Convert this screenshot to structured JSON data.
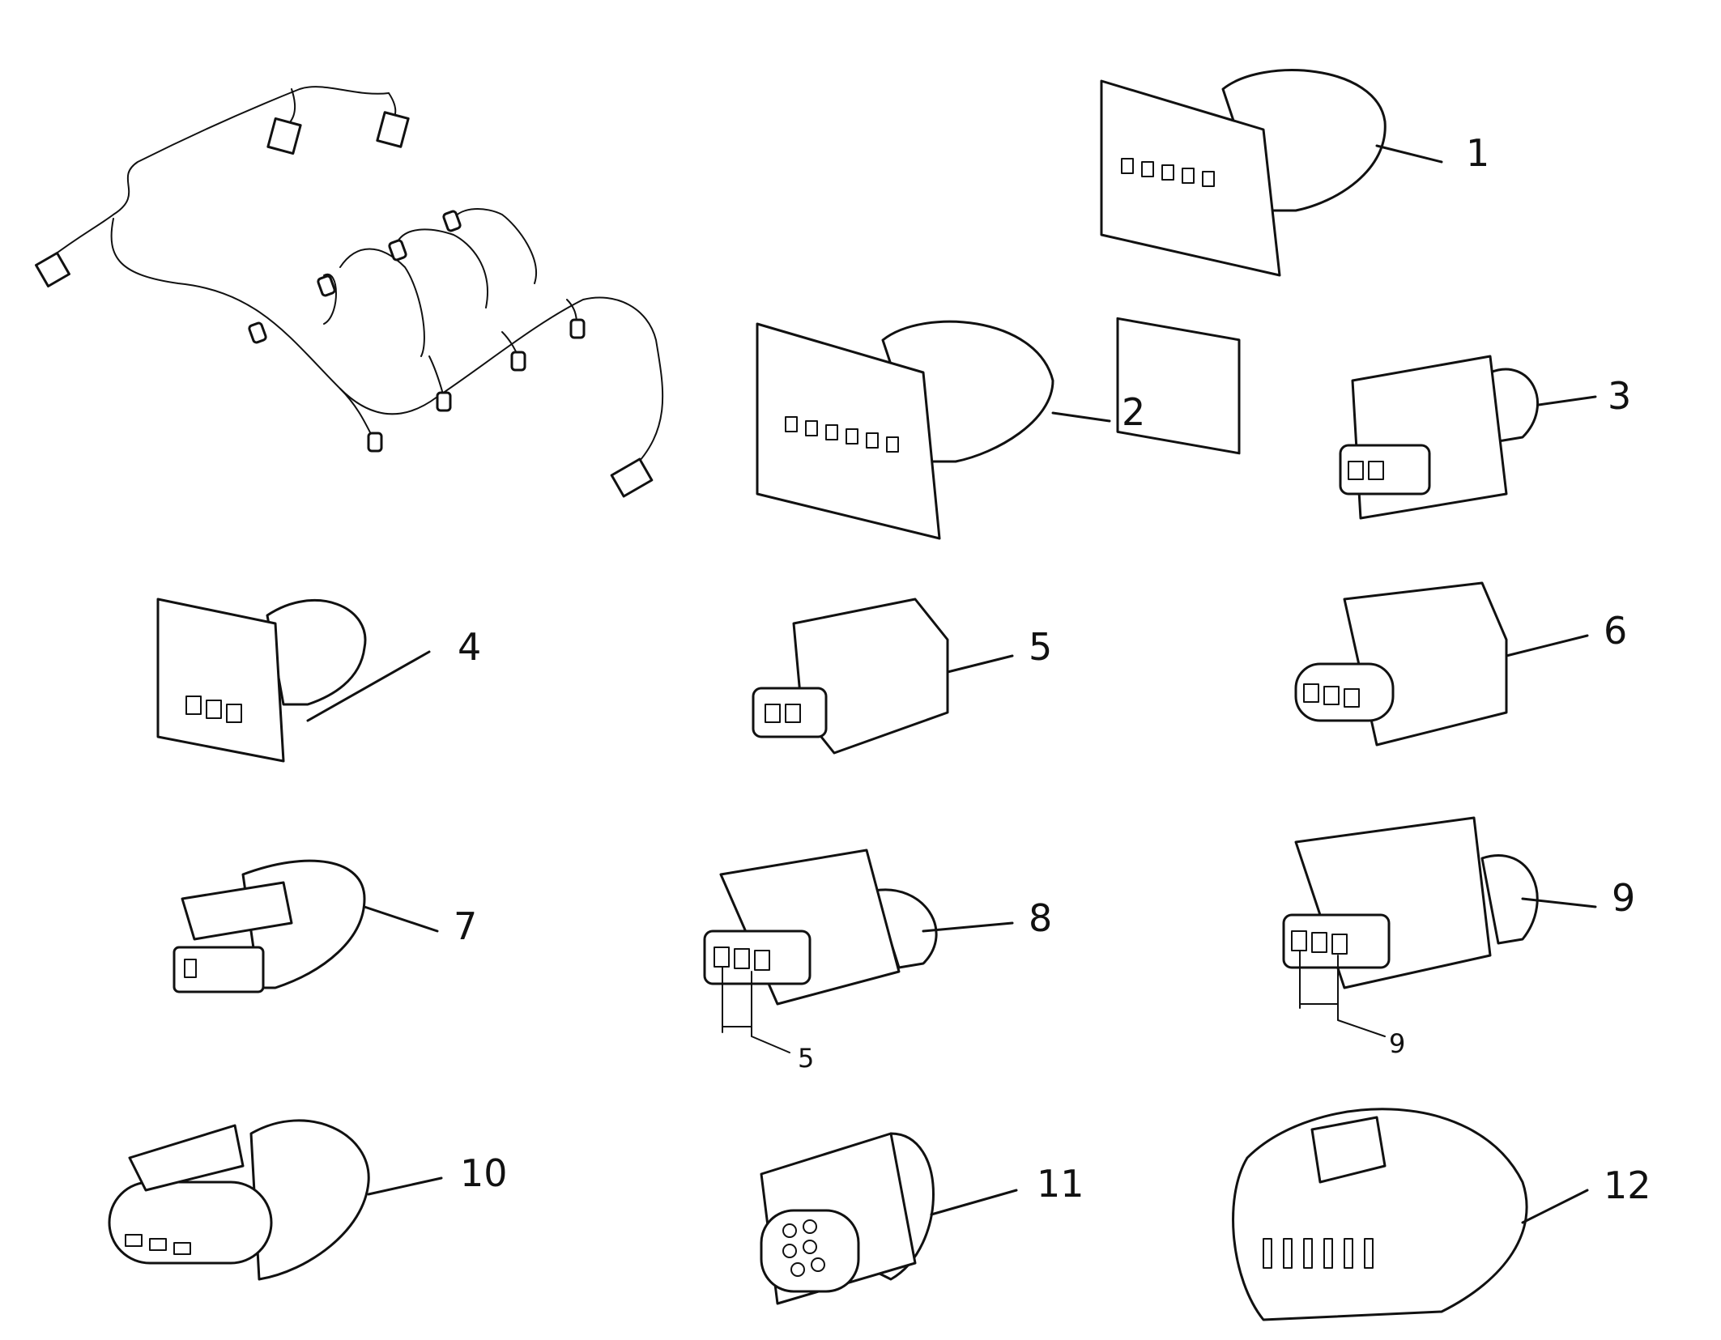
{
  "callouts": [
    {
      "id": 1,
      "label": "1"
    },
    {
      "id": 2,
      "label": "2"
    },
    {
      "id": 3,
      "label": "3"
    },
    {
      "id": 4,
      "label": "4"
    },
    {
      "id": 5,
      "label": "5"
    },
    {
      "id": 6,
      "label": "6"
    },
    {
      "id": 7,
      "label": "7"
    },
    {
      "id": 8,
      "label": "8"
    },
    {
      "id": 9,
      "label": "9"
    },
    {
      "id": 10,
      "label": "10"
    },
    {
      "id": 11,
      "label": "11"
    },
    {
      "id": 12,
      "label": "12"
    }
  ],
  "dimensions": {
    "part8_pitch": "5",
    "part9_pitch": "9"
  }
}
